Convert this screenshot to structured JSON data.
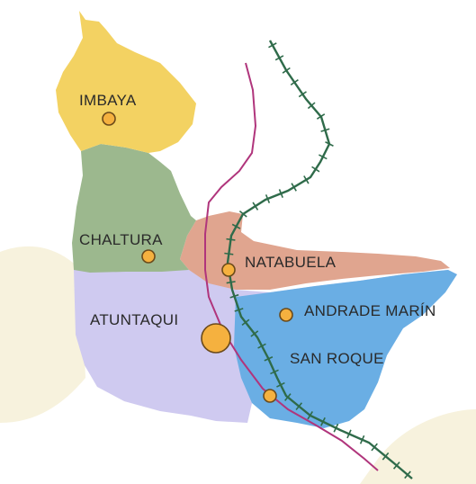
{
  "colors": {
    "imbaya": "#f3d262",
    "chaltura": "#9cb88e",
    "natabuela": "#e0a58f",
    "atuntaqui": "#cfcaf0",
    "andrade_marin": "#cfcaf0",
    "san_roque": "#6aaee4",
    "background_blob": "#f7f2dd",
    "city_marker": "#f5b13f",
    "marker_outline": "#6b4a1a",
    "road": "#b0357c",
    "railway": "#2f6b4a"
  },
  "parishes": [
    {
      "id": "imbaya",
      "label": "IMBAYA"
    },
    {
      "id": "chaltura",
      "label": "CHALTURA"
    },
    {
      "id": "natabuela",
      "label": "NATABUELA"
    },
    {
      "id": "atuntaqui",
      "label": "ATUNTAQUI"
    },
    {
      "id": "andrade_marin",
      "label": "ANDRADE MARÍN"
    },
    {
      "id": "san_roque",
      "label": "SAN ROQUE"
    }
  ],
  "legend_icons": {
    "marker": "city-marker-icon",
    "road": "road-line",
    "railway": "railway-line"
  }
}
